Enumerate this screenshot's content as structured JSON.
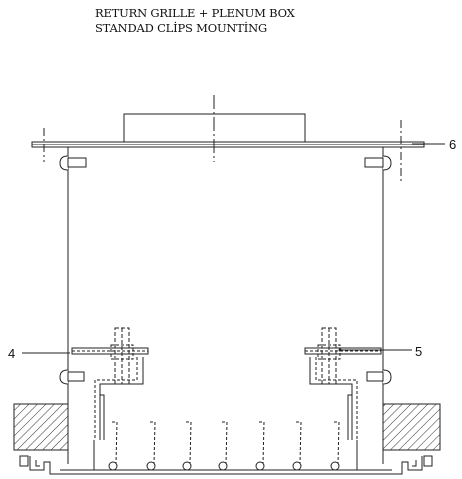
{
  "title": {
    "line1": "RETURN GRILLE + PLENUM BOX",
    "line2": "STANDAD CLİPS MOUNTİNG"
  },
  "callouts": {
    "left_clip": "4",
    "right_clip": "5",
    "top_flange": "6"
  }
}
